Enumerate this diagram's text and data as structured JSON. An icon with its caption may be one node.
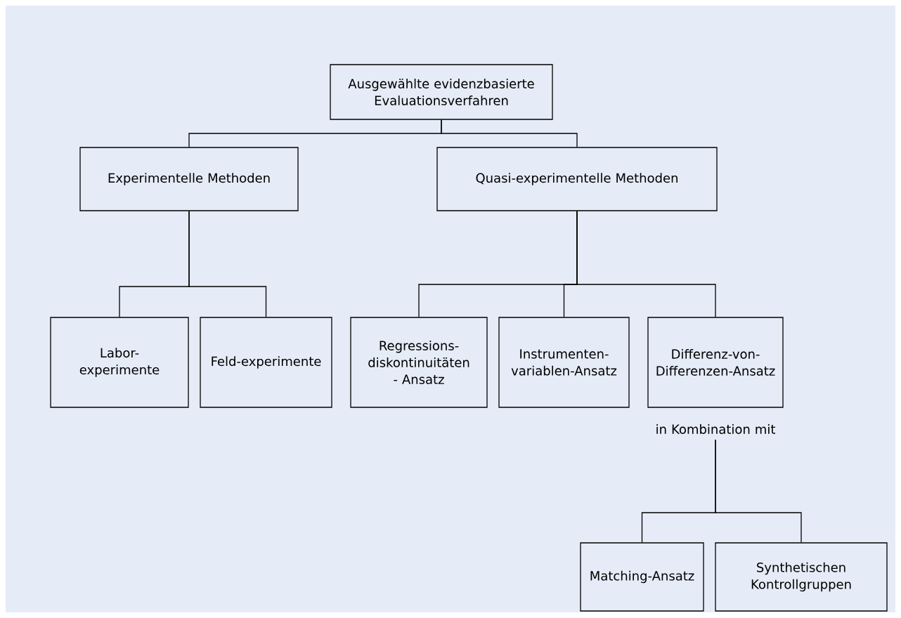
{
  "diagram": {
    "nodes": [
      {
        "text": [
          "Ausgewählte evidenzbasierte Evaluationsverfahren"
        ]
      },
      {
        "text": [
          "Experimentelle Methoden"
        ]
      },
      {
        "text": [
          "Quasi-experimentelle Methoden"
        ]
      },
      {
        "text": [
          "Labor-experimente"
        ]
      },
      {
        "text": [
          "Feld-experimente"
        ]
      },
      {
        "text": [
          "Regressions-diskontinuitäten - Ansatz"
        ]
      },
      {
        "text": [
          "Instrumenten-variablen-Ansatz"
        ]
      },
      {
        "text": [
          "Differenz-von-Differenzen-Ansatz"
        ]
      },
      {
        "text": [
          "in Kombination mit"
        ]
      },
      {
        "text": [
          "Matching-Ansatz"
        ]
      },
      {
        "text": [
          "Synthetischen Kontrollgruppen"
        ]
      }
    ],
    "edges": [
      {
        "from": 0,
        "to": 1,
        "arrow": "none"
      },
      {
        "from": 0,
        "to": 2,
        "arrow": "none"
      },
      {
        "from": 1,
        "to": 3,
        "arrow": "none"
      },
      {
        "from": 1,
        "to": 4,
        "arrow": "none"
      },
      {
        "from": 2,
        "to": 5,
        "arrow": "none"
      },
      {
        "from": 2,
        "to": 6,
        "arrow": "none"
      },
      {
        "from": 2,
        "to": 7,
        "arrow": "none"
      },
      {
        "from": 8,
        "to": 9,
        "arrow": "none"
      },
      {
        "from": 8,
        "to": 10,
        "arrow": "none"
      }
    ]
  }
}
